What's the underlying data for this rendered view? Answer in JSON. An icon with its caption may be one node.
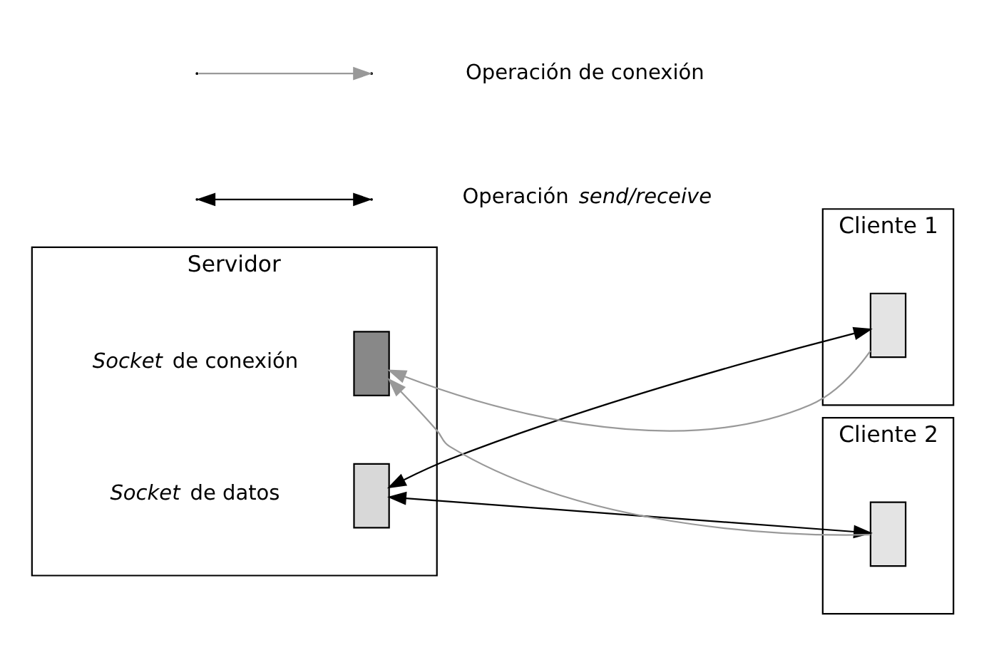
{
  "diagram": {
    "nodes": [
      {
        "text": [
          "Servidor"
        ]
      },
      {
        "text": [],
        "shape": "box",
        "in": 0,
        "beside": [
          "*Socket* de conexión"
        ]
      },
      {
        "text": [],
        "shape": "box",
        "in": 0,
        "beside": [
          "*Socket* de datos"
        ]
      },
      {
        "text": [
          "Cliente 1"
        ]
      },
      {
        "text": [],
        "shape": "box",
        "in": 3
      },
      {
        "text": [
          "Cliente 2"
        ]
      },
      {
        "text": [],
        "shape": "box",
        "in": 5
      }
    ],
    "edges": [
      {
        "from": 4,
        "to": 1,
        "arrow": "to",
        "color": "#999999"
      },
      {
        "from": 6,
        "to": 1,
        "arrow": "to",
        "color": "#999999"
      },
      {
        "from": 2,
        "to": 4,
        "arrow": "both",
        "color": "#000000"
      },
      {
        "from": 2,
        "to": 6,
        "arrow": "both",
        "color": "#000000"
      }
    ],
    "legend": [
      {
        "text": "Operación de conexión"
      },
      {
        "text": "Operación *send/receive*"
      }
    ]
  }
}
